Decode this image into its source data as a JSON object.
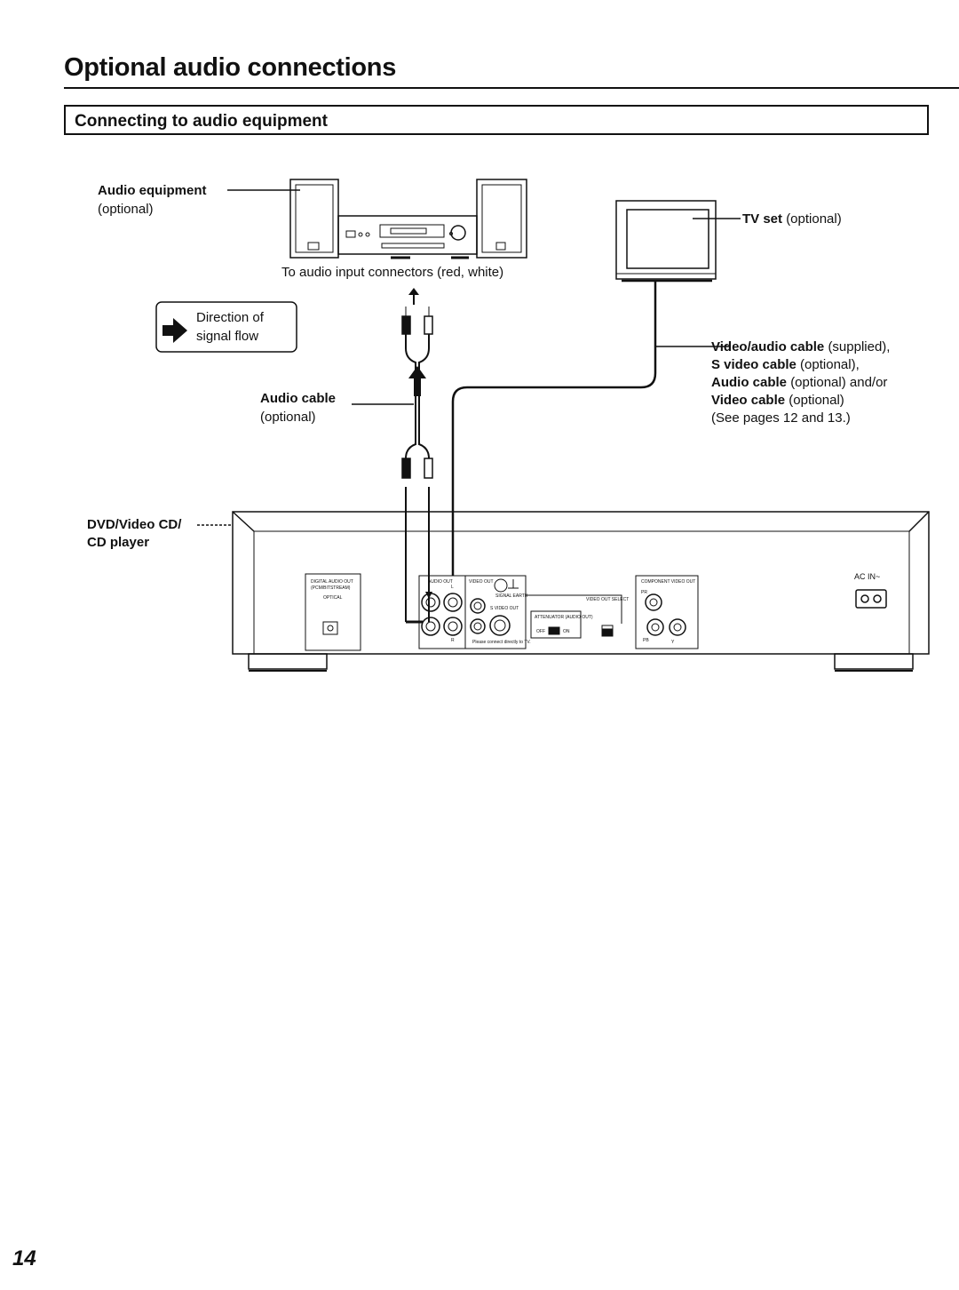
{
  "page_title": "Optional audio connections",
  "section_title": "Connecting to audio equipment",
  "labels": {
    "audio_equipment": "Audio equipment",
    "audio_equipment_note": "(optional)",
    "audio_input": "To audio input connectors (red, white)",
    "direction_line1": "Direction of",
    "direction_line2": "signal flow",
    "audio_cable": "Audio cable",
    "audio_cable_note": "(optional)",
    "tv_set": "TV set",
    "tv_set_note": "(optional)",
    "cable_1": "Video/audio cable",
    "cable_1_note": "(supplied),",
    "cable_2": "S video cable",
    "cable_2_note": "(optional),",
    "cable_3": "Audio cable",
    "cable_3_note": "(optional) and/or",
    "cable_4": "Video cable",
    "cable_4_note": "(optional)",
    "see_pages": "(See pages 12 and 13.)",
    "player_line1": "DVD/Video CD/",
    "player_line2": "CD player"
  },
  "panel": {
    "digital_audio_out": "DIGITAL AUDIO OUT",
    "pcm_bitstream": "(PCM/BITSTREAM)",
    "optical": "OPTICAL",
    "audio_out": "AUDIO OUT",
    "l": "L",
    "r": "R",
    "video_out": "VIDEO OUT",
    "signal_earth": "SIGNAL EARTH",
    "s_video_out": "S VIDEO OUT",
    "please_connect": "Please connect directly to TV.",
    "attenuator": "ATTENUATOR (AUDIO OUT)",
    "off": "OFF",
    "on": "ON",
    "video_out_select": "VIDEO OUT SELECT",
    "component_video_out": "COMPONENT VIDEO OUT",
    "pr": "PR",
    "pb": "PB",
    "y": "Y",
    "ac_in": "AC IN~"
  },
  "page_number": "14"
}
